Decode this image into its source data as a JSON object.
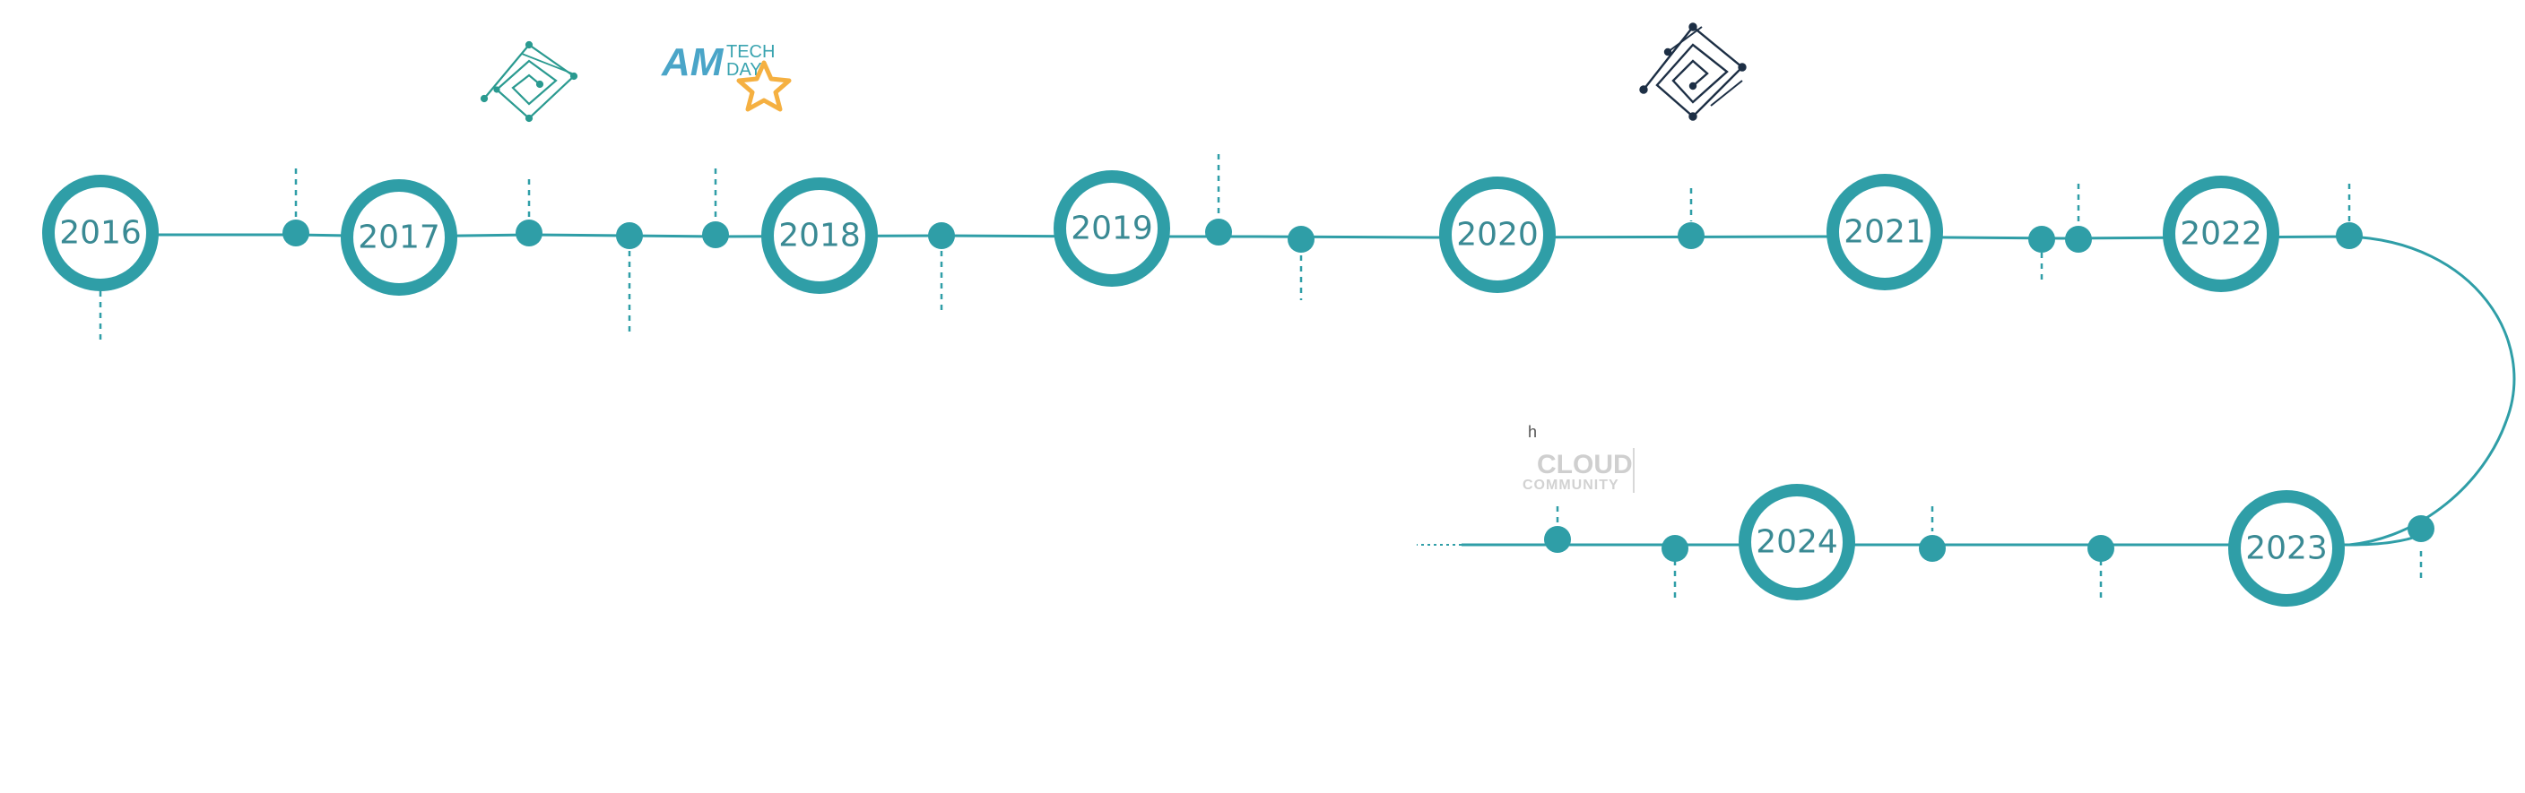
{
  "colors": {
    "accent": "#2f9ea7",
    "year_text": "#3a8a94",
    "logo_teal": "#2a9a90",
    "logo_dark": "#1d2f45",
    "star": "#f5b041",
    "am_blue": "#4aa5c8",
    "cloud_gray": "#cfcfcf"
  },
  "years": [
    "2016",
    "2017",
    "2018",
    "2019",
    "2020",
    "2021",
    "2022",
    "2023",
    "2024"
  ],
  "logos": {
    "am_tech_day": {
      "am": "AM",
      "tech": "TECH",
      "day": "DAY"
    },
    "cloud_community": {
      "prefix": "h",
      "cloud": "CLOUD",
      "community": "COMMUNITY"
    },
    "icons": [
      "circuit-spiral-teal-icon",
      "circuit-spiral-dark-icon",
      "star-icon"
    ]
  }
}
